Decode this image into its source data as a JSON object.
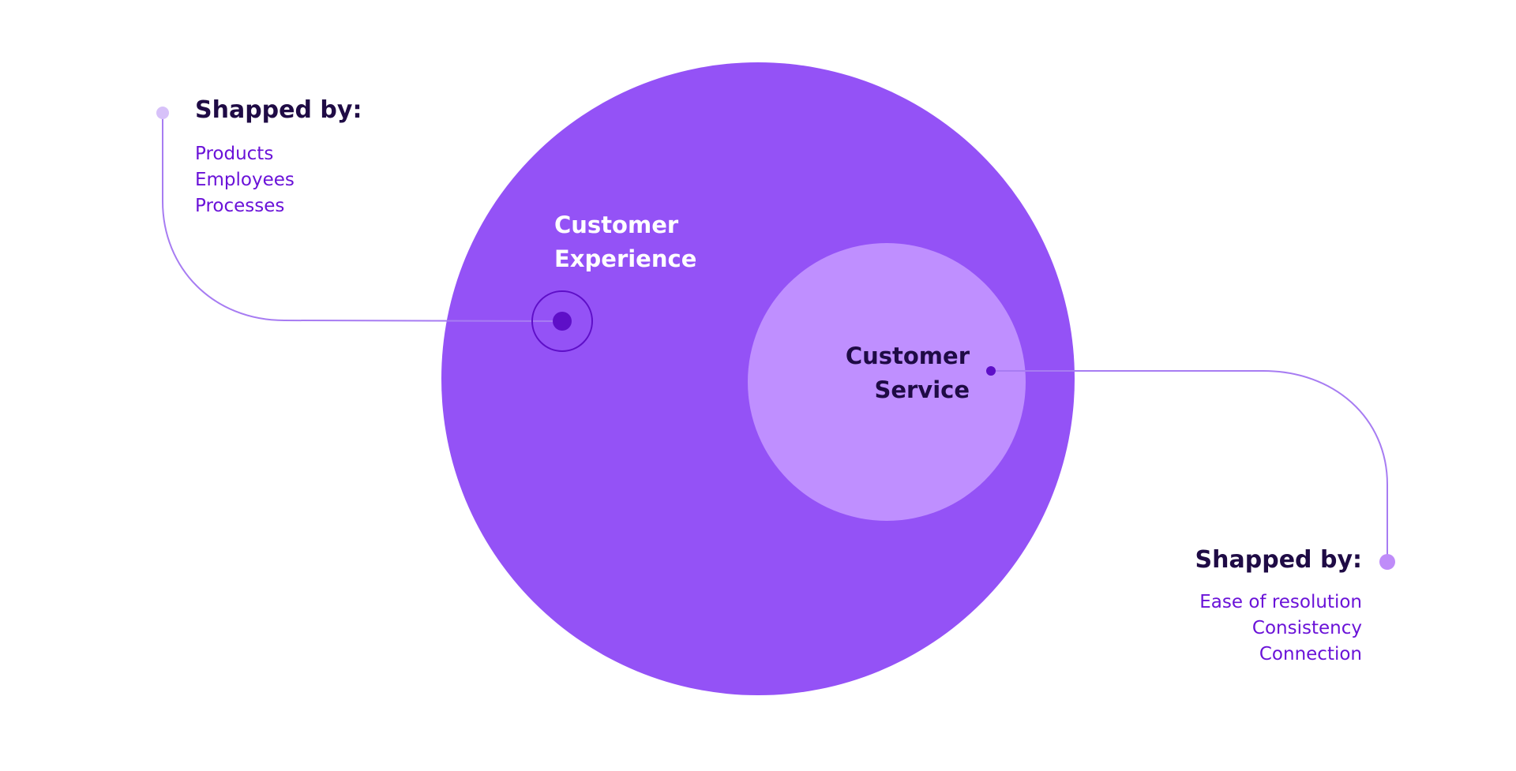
{
  "colors": {
    "outer_circle": "#9452f6",
    "inner_circle": "#bf8fff",
    "connector_left": "#a77cf2",
    "connector_right": "#a77cf2",
    "endpoint_left": "#d7c1f9",
    "endpoint_right": "#bf8cf9",
    "target_dot": "#5e0fc8",
    "heading_text": "#1f0b45",
    "list_text": "#6a12d8"
  },
  "customer_experience": {
    "label_line1": "Customer",
    "label_line2": "Experience",
    "shaped_by_heading": "Shapped by:",
    "factors": [
      "Products",
      "Employees",
      "Processes"
    ]
  },
  "customer_service": {
    "label_line1": "Customer",
    "label_line2": "Service",
    "shaped_by_heading": "Shapped by:",
    "factors": [
      "Ease of resolution",
      "Consistency",
      "Connection"
    ]
  }
}
